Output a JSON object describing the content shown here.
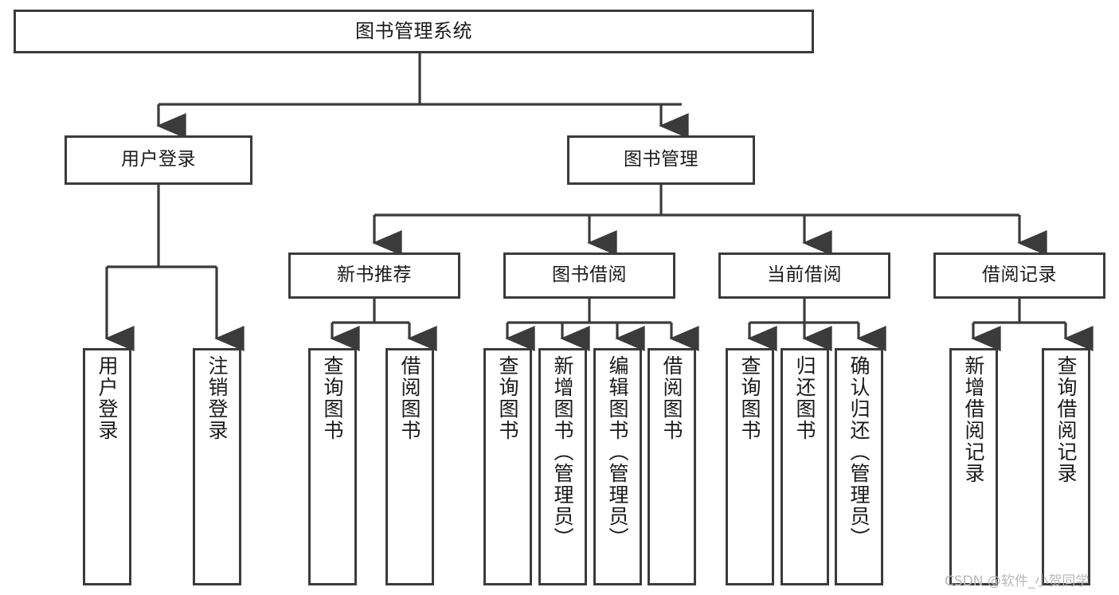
{
  "diagram": {
    "title": "图书管理系统",
    "type": "tree",
    "orientation": "top-down",
    "stroke_color": "#3b3b3b",
    "fill_color": "#ffffff",
    "text_color": "#1a1a1a",
    "watermark": "CSDN @软件_小贺同学",
    "nodes": {
      "root": {
        "label": "图书管理系统"
      },
      "level2": [
        {
          "id": "user-login",
          "label": "用户登录"
        },
        {
          "id": "book-manage",
          "label": "图书管理"
        }
      ],
      "level3": [
        {
          "id": "new-book-recommend",
          "label": "新书推荐",
          "parent": "book-manage"
        },
        {
          "id": "book-borrow",
          "label": "图书借阅",
          "parent": "book-manage"
        },
        {
          "id": "current-borrow",
          "label": "当前借阅",
          "parent": "book-manage"
        },
        {
          "id": "borrow-record",
          "label": "借阅记录",
          "parent": "book-manage"
        }
      ],
      "leaves": {
        "user-login": [
          {
            "id": "leaf-user-login",
            "label": "用户登录"
          },
          {
            "id": "leaf-logout",
            "label": "注销登录"
          }
        ],
        "new-book-recommend": [
          {
            "id": "leaf-query-book-1",
            "label": "查询图书"
          },
          {
            "id": "leaf-borrow-book-1",
            "label": "借阅图书"
          }
        ],
        "book-borrow": [
          {
            "id": "leaf-query-book-2",
            "label": "查询图书"
          },
          {
            "id": "leaf-add-book",
            "label": "新增图书（管理员）"
          },
          {
            "id": "leaf-edit-book",
            "label": "编辑图书（管理员）"
          },
          {
            "id": "leaf-borrow-book-2",
            "label": "借阅图书"
          }
        ],
        "current-borrow": [
          {
            "id": "leaf-query-book-3",
            "label": "查询图书"
          },
          {
            "id": "leaf-return-book",
            "label": "归还图书"
          },
          {
            "id": "leaf-confirm-return",
            "label": "确认归还（管理员）"
          }
        ],
        "borrow-record": [
          {
            "id": "leaf-add-record",
            "label": "新增借阅记录"
          },
          {
            "id": "leaf-query-record",
            "label": "查询借阅记录"
          }
        ]
      }
    }
  }
}
